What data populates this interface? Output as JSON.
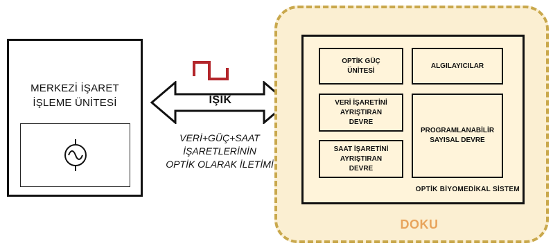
{
  "central_unit": {
    "title_line1": "MERKEZİ İŞARET",
    "title_line2": "İŞLEME ÜNİTESİ"
  },
  "link": {
    "label": "IŞIK",
    "desc_line1": "VERİ+GÜÇ+SAAT",
    "desc_line2": "İŞARETLERİNİN",
    "desc_line3": "OPTİK OLARAK İLETİMİ",
    "pulse_color": "#b3262b"
  },
  "tissue": {
    "label": "DOKU",
    "fill": "#fbefd2",
    "border": "#c9a84c",
    "label_color": "#e8a45c"
  },
  "system": {
    "label": "OPTİK BİYOMEDİKAL SİSTEM",
    "blocks": {
      "power": [
        "OPTİK GÜÇ",
        "ÜNİTESİ"
      ],
      "sensors": [
        "ALGILAYICILAR"
      ],
      "data": [
        "VERİ İŞARETİNİ",
        "AYRIŞTIRAN",
        "DEVRE"
      ],
      "clock": [
        "SAAT İŞARETİNİ",
        "AYRIŞTIRAN",
        "DEVRE"
      ],
      "prog": [
        "PROGRAMLANABİLİR",
        "SAYISAL DEVRE"
      ]
    }
  }
}
